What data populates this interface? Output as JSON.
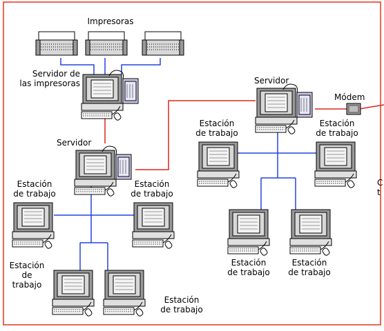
{
  "labels": {
    "printers": "Impresoras",
    "print_server": [
      "Servidor de",
      "las impresoras"
    ],
    "server_left": "Servidor",
    "server_right": "Servidor",
    "modem": "Módem",
    "ws_left_top_left": [
      "Estación",
      "de trabajo"
    ],
    "ws_left_top_right": [
      "Estación",
      "de trabajo"
    ],
    "ws_left_bottom_left": [
      "Estación",
      "de",
      "trabajo"
    ],
    "ws_left_bottom_right": [
      "Estación",
      "de trabajo"
    ],
    "ws_right_top_left": [
      "Estación",
      "de trabajo"
    ],
    "ws_right_top_right": [
      "Estación",
      "de trabajo"
    ],
    "ws_right_bottom_left": [
      "Estación",
      "de trabajo"
    ],
    "ws_right_bottom_right": [
      "Estación",
      "de trabajo"
    ],
    "cut_off_right": [
      "C",
      "t"
    ]
  },
  "colors": {
    "frame": "#e8301c",
    "wan_link": "#d8261a",
    "lan_link": "#2244dd",
    "device_gray": "#d0d0d0",
    "screen": "#f0f0ff",
    "border": "#000000"
  }
}
